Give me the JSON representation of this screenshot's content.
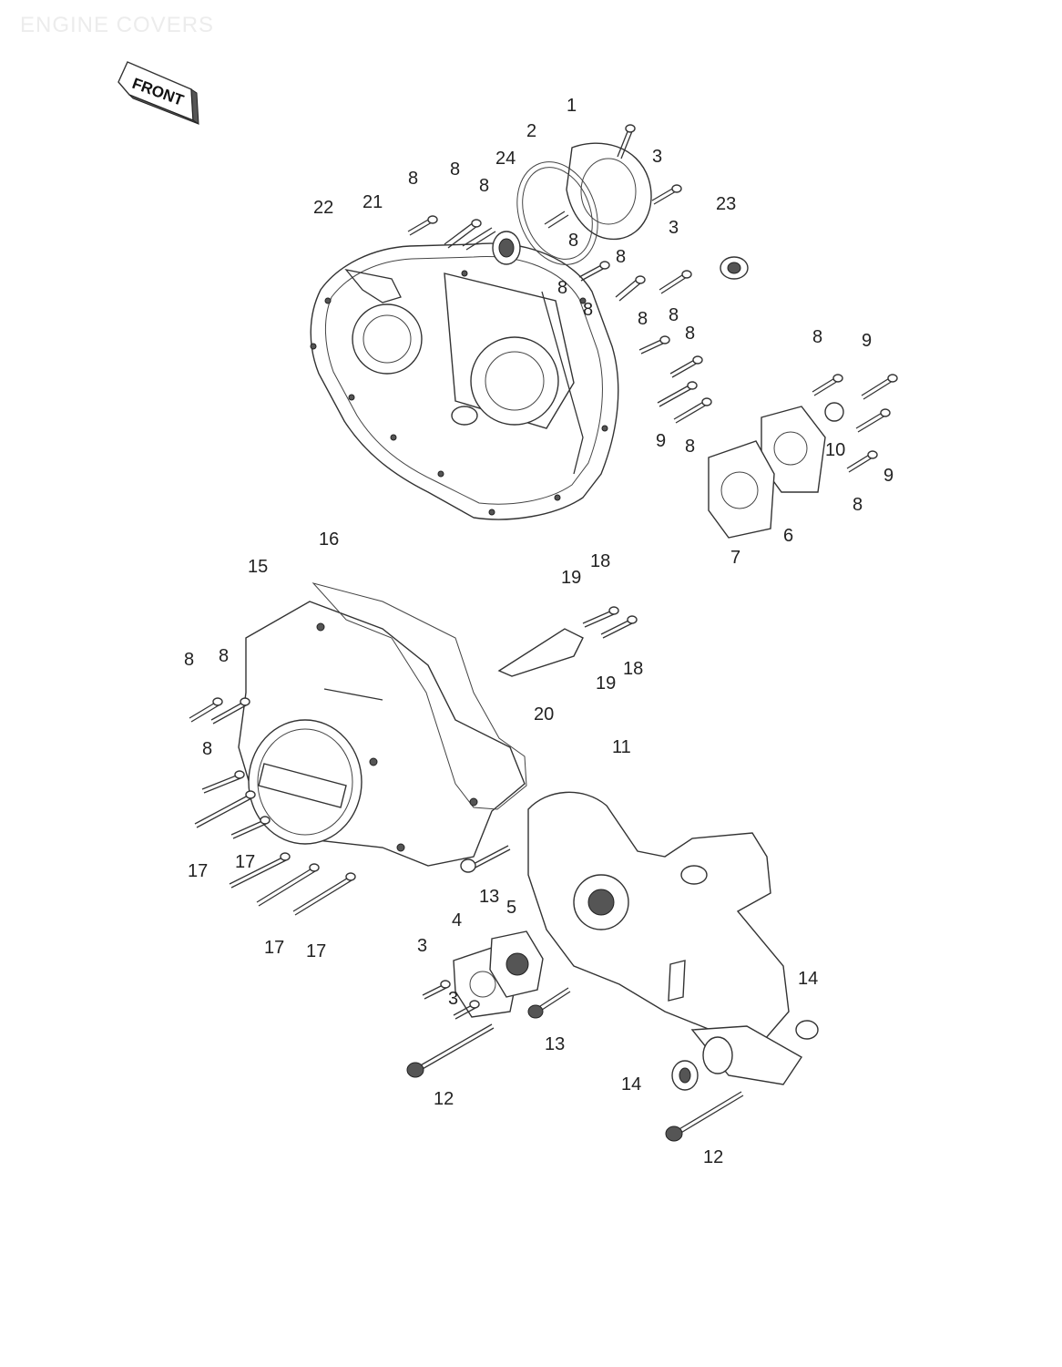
{
  "title": "ENGINE COVERS",
  "front_label": "FRONT",
  "callouts": {
    "c1": "1",
    "c2": "2",
    "c3a": "3",
    "c3b": "3",
    "c24": "24",
    "c23": "23",
    "c22": "22",
    "c21": "21",
    "c8a": "8",
    "c8b": "8",
    "c8c": "8",
    "c8d": "8",
    "c8e": "8",
    "c8f": "8",
    "c8g": "8",
    "c8h": "8",
    "c8i": "8",
    "c8j": "8",
    "c8k": "8",
    "c8l": "8",
    "c8m": "8",
    "c8n": "8",
    "c8o": "8",
    "c8p": "8",
    "c9a": "9",
    "c9b": "9",
    "c9c": "9",
    "c10": "10",
    "c6": "6",
    "c7": "7",
    "c16": "16",
    "c15": "15",
    "c19a": "19",
    "c18a": "18",
    "c19b": "19",
    "c18b": "18",
    "c20": "20",
    "c11": "11",
    "c17a": "17",
    "c17b": "17",
    "c17c": "17",
    "c17d": "17",
    "c13a": "13",
    "c5": "5",
    "c4": "4",
    "c3c": "3",
    "c3d": "3",
    "c13b": "13",
    "c12a": "12",
    "c14a": "14",
    "c14b": "14",
    "c12b": "12"
  }
}
